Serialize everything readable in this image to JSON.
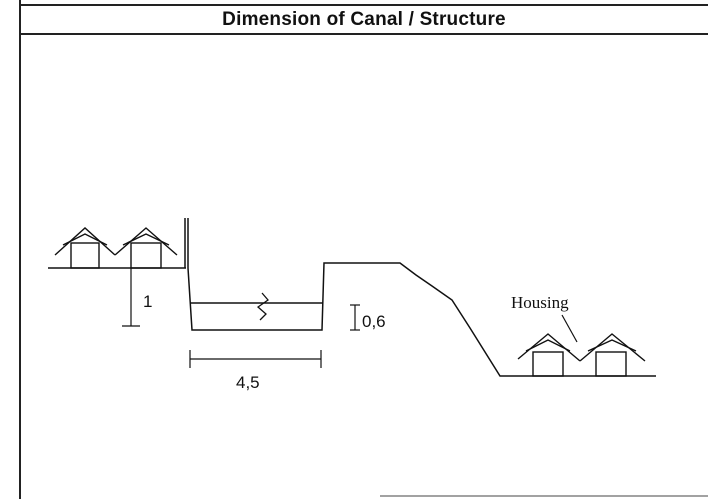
{
  "title": "Dimension of Canal / Structure",
  "labels": {
    "depth_left": "1",
    "canal_width": "4,5",
    "water_depth": "0,6",
    "housing": "Housing"
  }
}
